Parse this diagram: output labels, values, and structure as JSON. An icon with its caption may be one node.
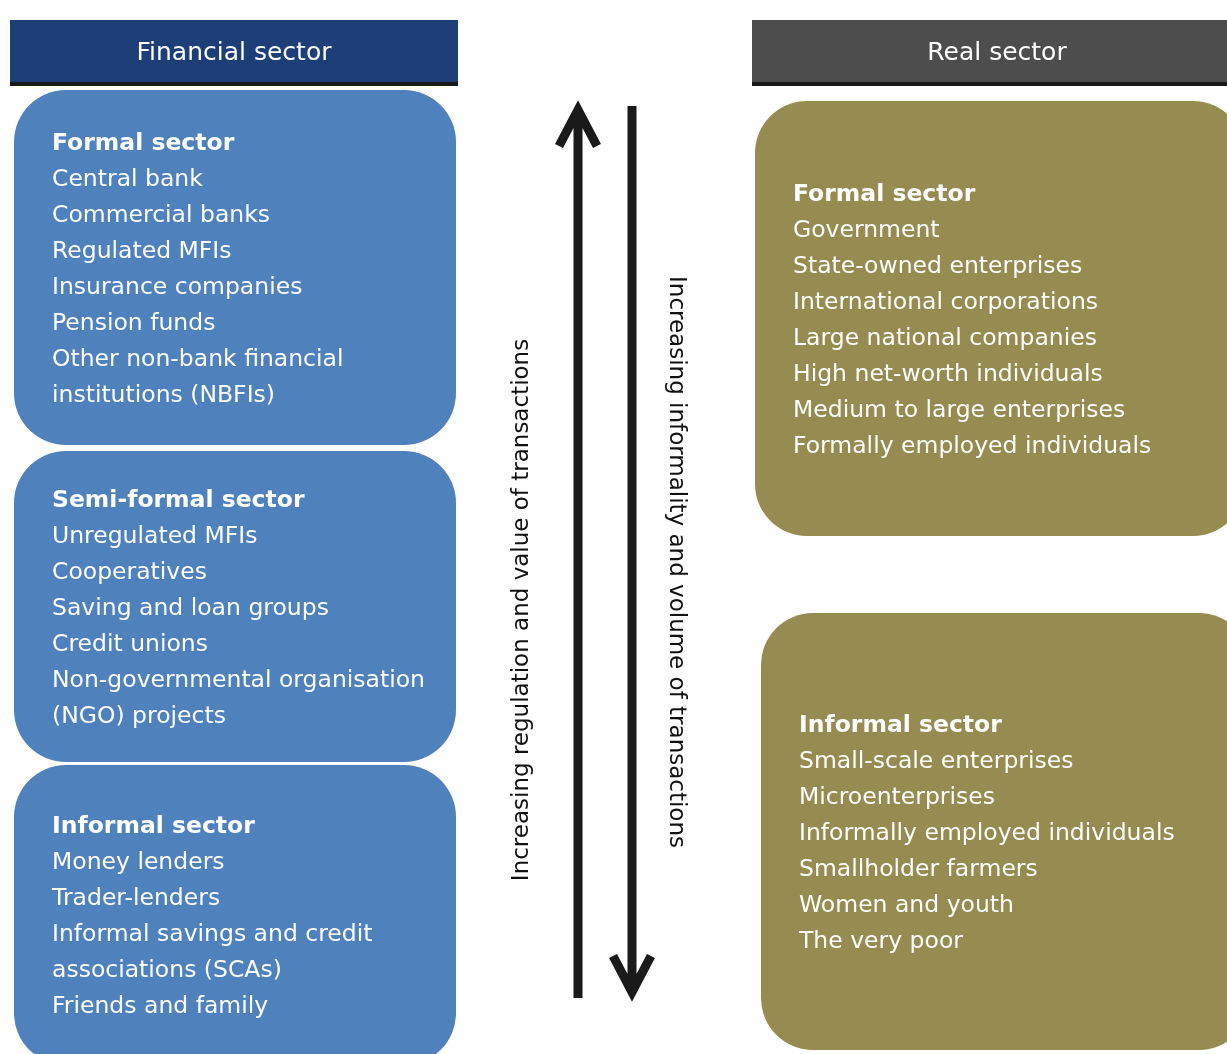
{
  "diagram": {
    "nodes": [
      {
        "text": [
          "Financial sector"
        ]
      },
      {
        "text": [
          "Formal sector",
          "Central bank",
          "Commercial banks",
          "Regulated MFIs",
          "Insurance companies",
          "Pension funds",
          "Other non-bank financial institutions (NBFIs)"
        ]
      },
      {
        "text": [
          "Semi-formal sector",
          "Unregulated MFIs",
          "Cooperatives",
          "Saving and loan groups",
          "Credit unions",
          "Non-governmental organisation (NGO) projects"
        ]
      },
      {
        "text": [
          "Informal sector",
          "Money lenders",
          "Trader-lenders",
          "Informal savings and credit associations (SCAs)",
          "Friends and family"
        ]
      },
      {
        "text": [
          "Real sector"
        ]
      },
      {
        "text": [
          "Formal sector",
          "Government",
          "State-owned enterprises",
          "International corporations",
          "Large national companies",
          "High net-worth individuals",
          "Medium to large enterprises",
          "Formally employed individuals"
        ]
      },
      {
        "text": [
          "Informal sector",
          "Small-scale enterprises",
          "Microenterprises",
          "Informally employed individuals",
          "Smallholder farmers",
          "Women and youth",
          "The very poor"
        ]
      }
    ],
    "edges": [],
    "labels": [
      "Increasing regulation and value of transactions",
      "Increasing informality and volume of transactions"
    ]
  }
}
